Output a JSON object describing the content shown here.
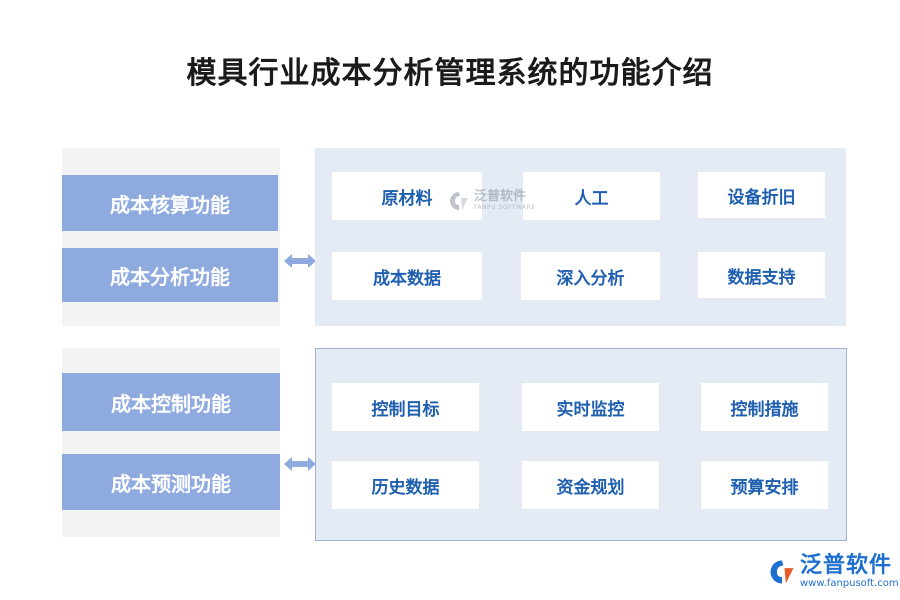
{
  "title": "模具行业成本分析管理系统的功能介绍",
  "groups": [
    {
      "left_items": [
        "成本核算功能",
        "成本分析功能"
      ],
      "cells": [
        "原材料",
        "人工",
        "设备折旧",
        "成本数据",
        "深入分析",
        "数据支持"
      ]
    },
    {
      "left_items": [
        "成本控制功能",
        "成本预测功能"
      ],
      "cells": [
        "控制目标",
        "实时监控",
        "控制措施",
        "历史数据",
        "资金规划",
        "预算安排"
      ]
    }
  ],
  "watermark": {
    "name": "泛普软件",
    "sub": "FANPU SOFTWARE"
  },
  "logo": {
    "name": "泛普软件",
    "url": "www.fanpusoft.com"
  },
  "colors": {
    "left_item_bg": "#8eaadf",
    "cell_text": "#1f5fb0",
    "right_panel_bg": "#e5ebf5",
    "arrow": "#8eaadf"
  }
}
